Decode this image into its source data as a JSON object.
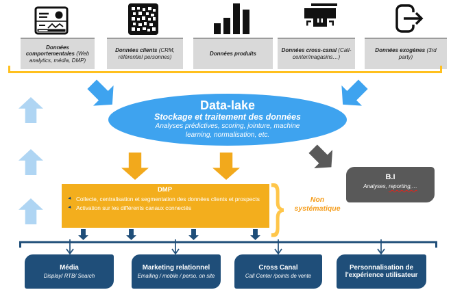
{
  "sources": {
    "items": [
      {
        "icon": "analytics-report-icon",
        "title": "Données comportementales",
        "subtitle": "(Web analytics, média, DMP)"
      },
      {
        "icon": "qr-code-icon",
        "title": "Données clients",
        "subtitle": "(CRM, référentiel personnes)"
      },
      {
        "icon": "bar-chart-icon",
        "title": "Données produits",
        "subtitle": ""
      },
      {
        "icon": "store-icon",
        "title": "Données cross-canal",
        "subtitle": "(Call-center/magasins…)"
      },
      {
        "icon": "export-icon",
        "title": "Données exogènes",
        "subtitle": "(3rd party)"
      }
    ]
  },
  "datalake": {
    "title": "Data-lake",
    "subtitle": "Stockage et traitement des données",
    "body_line1": "Analyses prédictives, scoring, jointure, machine",
    "body_line2": "learning,  normalisation, etc."
  },
  "dmp": {
    "title": "DMP",
    "bullets": [
      "Collecte, centralisation et segmentation des données clients et prospects",
      "Activation sur les différents canaux connectés"
    ]
  },
  "annotation": {
    "brace": "}",
    "line1": "Non",
    "line2": "systématique"
  },
  "bi": {
    "title": "B.I",
    "subtitle_prefix": "Analyses,",
    "subtitle_flagged": "reporting,…"
  },
  "channels": [
    {
      "title": "Média",
      "subtitle": "Display/ RTB/ Search"
    },
    {
      "title": "Marketing relationnel",
      "subtitle": "Emailing / mobile / perso. on site"
    },
    {
      "title": "Cross Canal",
      "subtitle": "Call Center /points de vente"
    },
    {
      "title": "Personnalisation de l'expérience utilisateur",
      "subtitle": ""
    }
  ],
  "colors": {
    "accent_blue": "#3EA3EF",
    "light_blue": "#AFD5F3",
    "orange": "#F3AE1D",
    "gold": "#FFC01E",
    "navy": "#1F4E79",
    "dark_gray": "#595959",
    "light_gray": "#D9D9D9",
    "spellcheck_red": "#e2231a"
  }
}
